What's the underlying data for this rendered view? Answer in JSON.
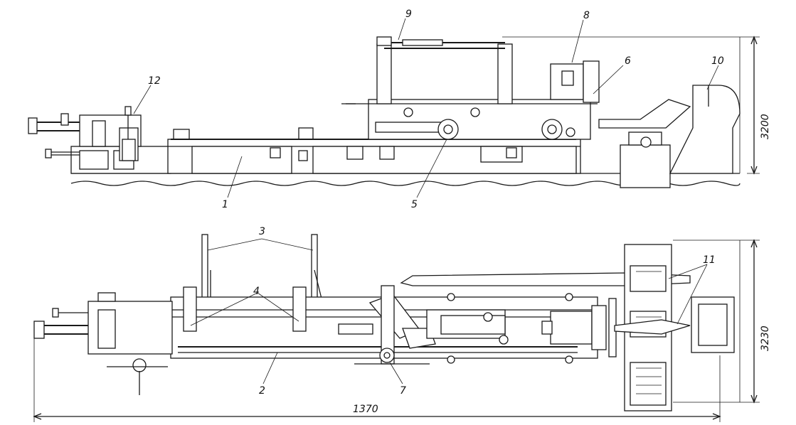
{
  "callouts": {
    "c1": "1",
    "c2": "2",
    "c3": "3",
    "c4": "4",
    "c5": "5",
    "c6": "6",
    "c7": "7",
    "c8": "8",
    "c9": "9",
    "c10": "10",
    "c11": "11",
    "c12": "12"
  },
  "dimensions": {
    "height_side": "3200",
    "height_plan": "3230",
    "length": "1370"
  }
}
